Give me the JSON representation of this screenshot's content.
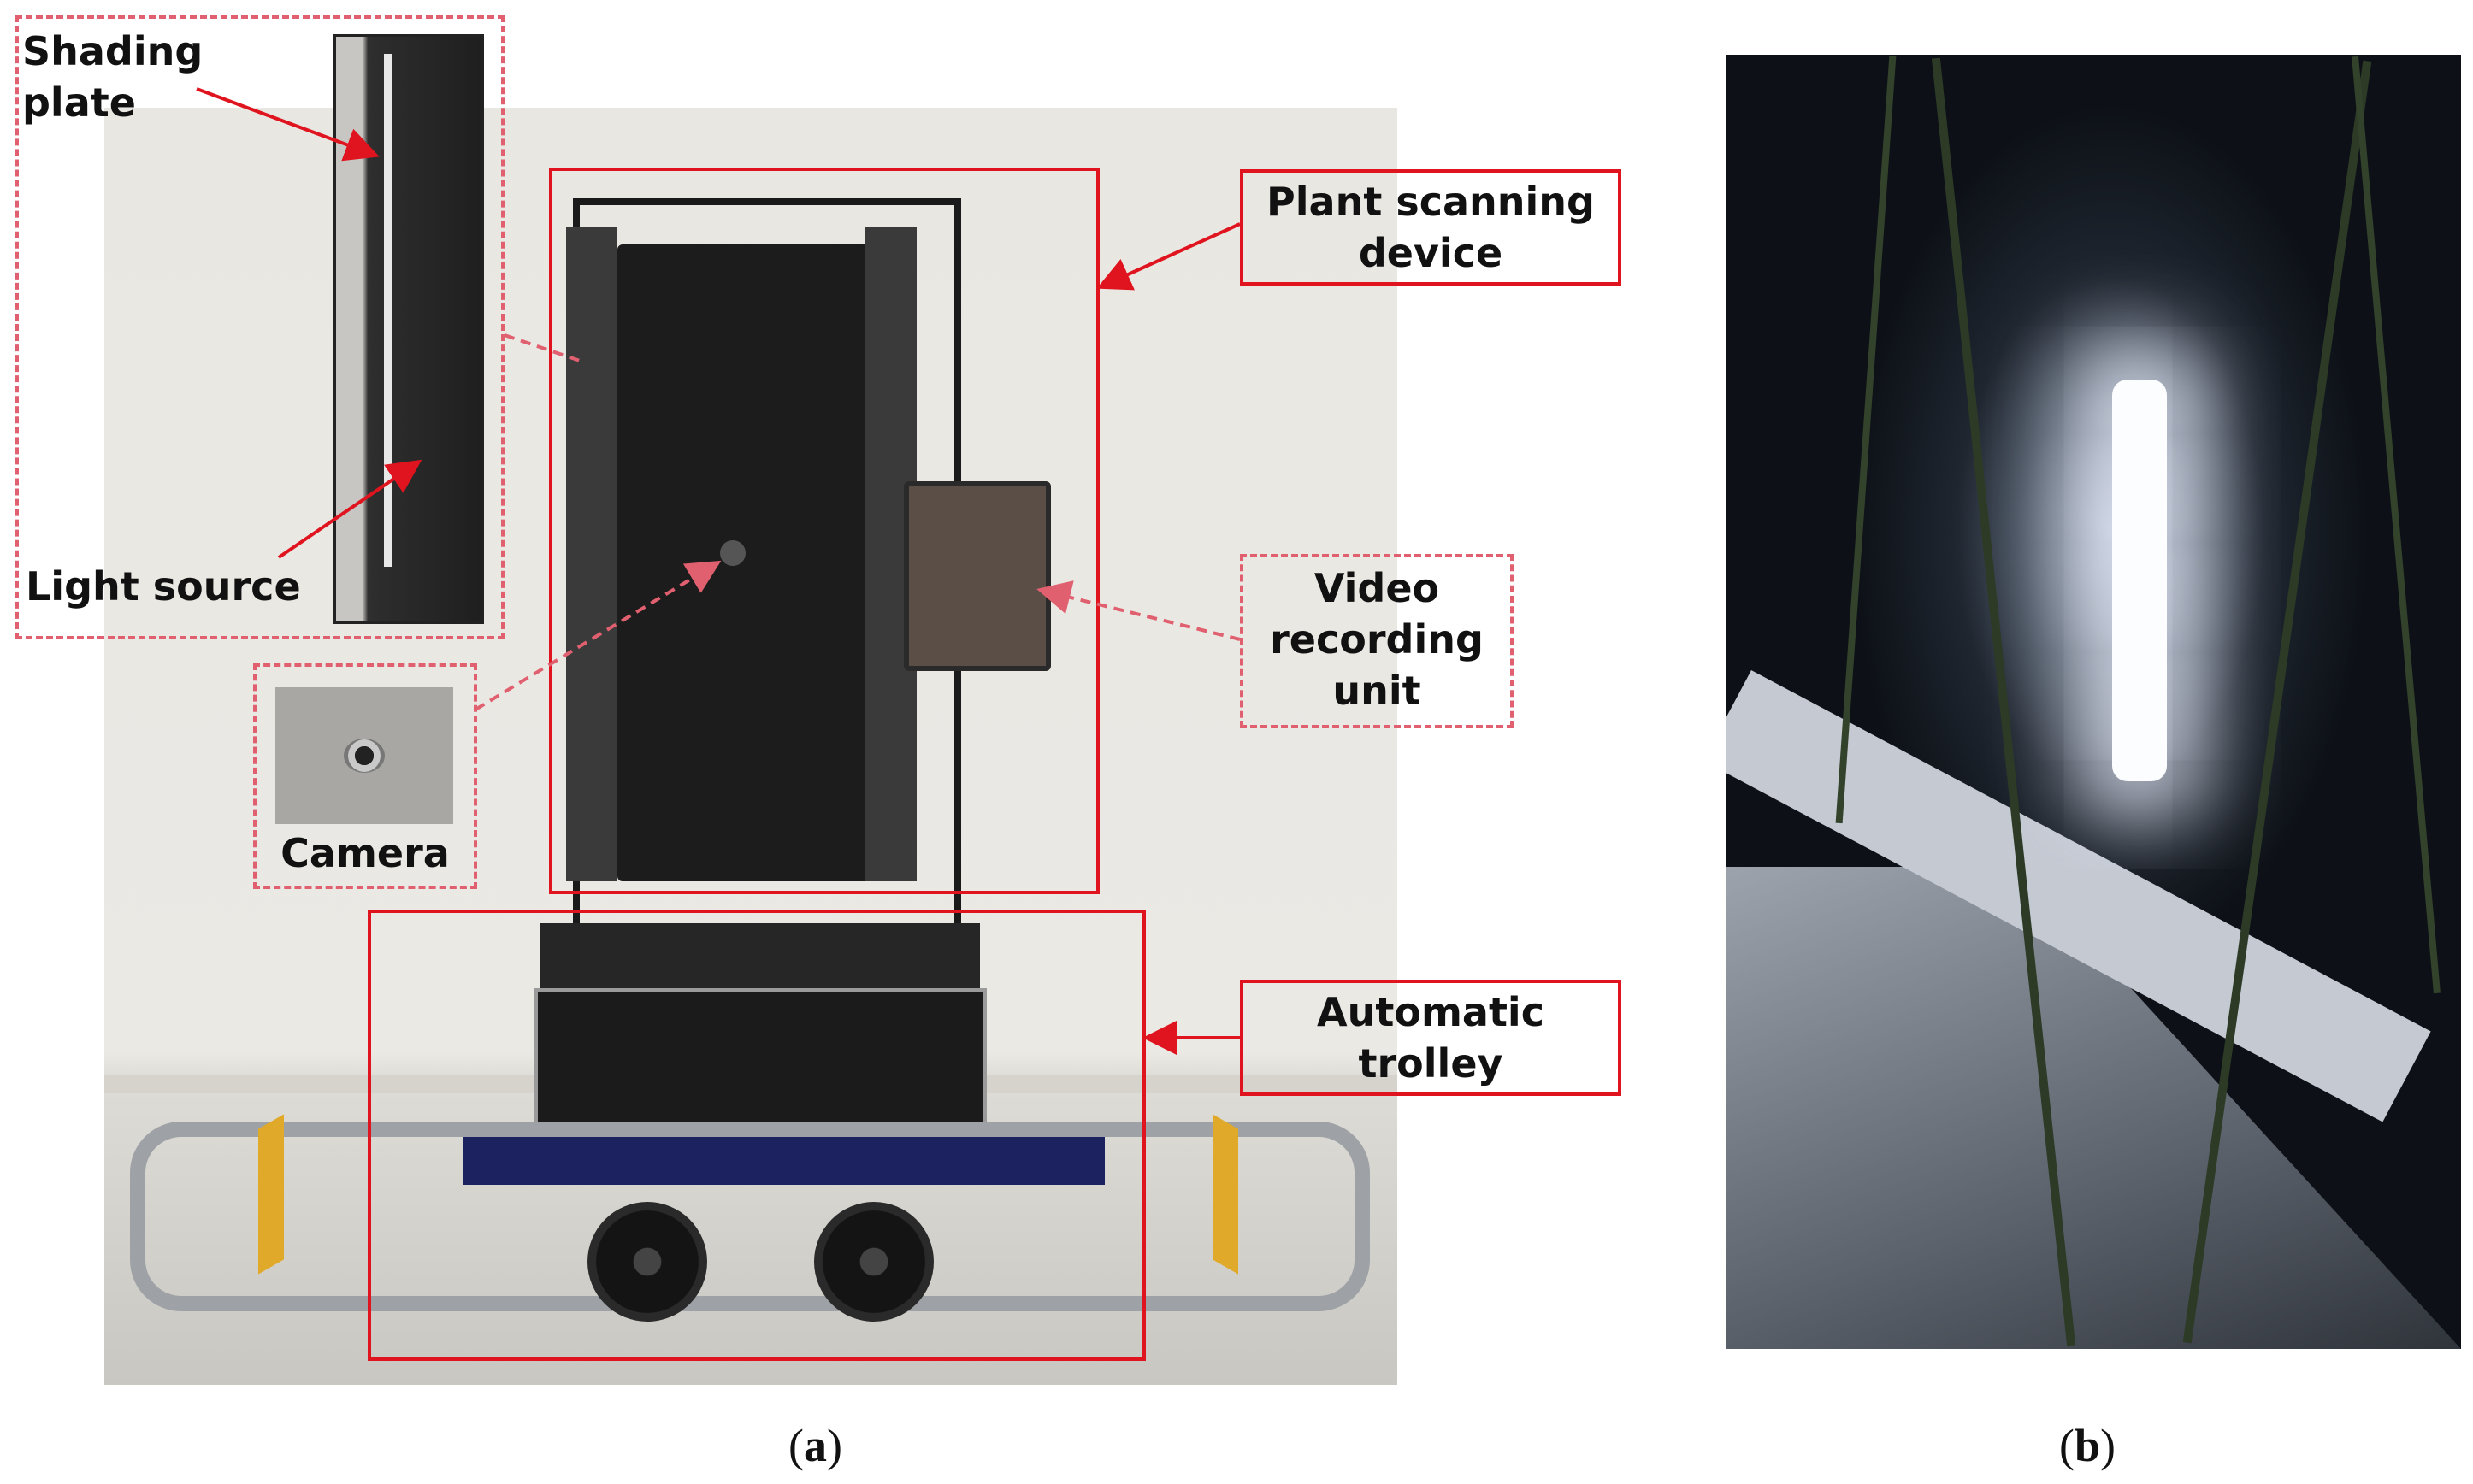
{
  "labels": {
    "shading_plate": "Shading\nplate",
    "light_source": "Light source",
    "camera": "Camera",
    "plant_scanning_device": "Plant scanning\ndevice",
    "video_recording_unit": "Video\nrecording\nunit",
    "automatic_trolley": "Automatic\ntrolley"
  },
  "captions": {
    "a_letter": "a",
    "b_letter": "b"
  },
  "colors": {
    "annotation_red": "#e0141e",
    "dashed_red": "#e06070"
  }
}
